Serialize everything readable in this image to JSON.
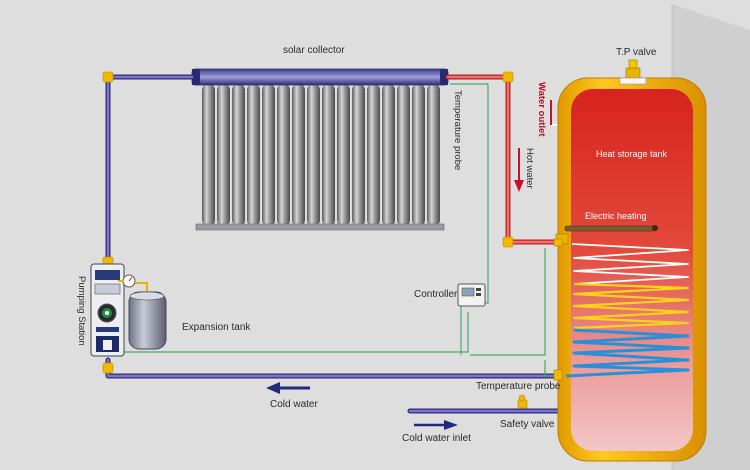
{
  "labels": {
    "solar_collector": "solar collector",
    "tp_valve": "T.P valve",
    "water_outlet": "Water outlet",
    "temperature_probe_top": "Temperature probe",
    "hot_water": "Hot water",
    "heat_storage_tank": "Heat storage tank",
    "electric_heating": "Electric heating",
    "controller": "Controller",
    "pumping_station": "Pumping Station",
    "expansion_tank": "Expansion tank",
    "temperature_probe_bottom": "Temperature probe",
    "cold_water": "Cold water",
    "safety_valve": "Safety valve",
    "cold_water_inlet": "Cold water inlet"
  },
  "colors": {
    "background": "#dedede",
    "hot_pipe": "#e84a4a",
    "cold_pipe": "#5a4fa8",
    "probe_wire": "#4caa6a",
    "tank_shell": "#f6b400",
    "tank_hot": "#d8231f",
    "tank_cold": "#f0b9b9",
    "fitting": "#e8b400",
    "arrow_hot": "#c8102e",
    "arrow_cold": "#1f2a7a"
  }
}
